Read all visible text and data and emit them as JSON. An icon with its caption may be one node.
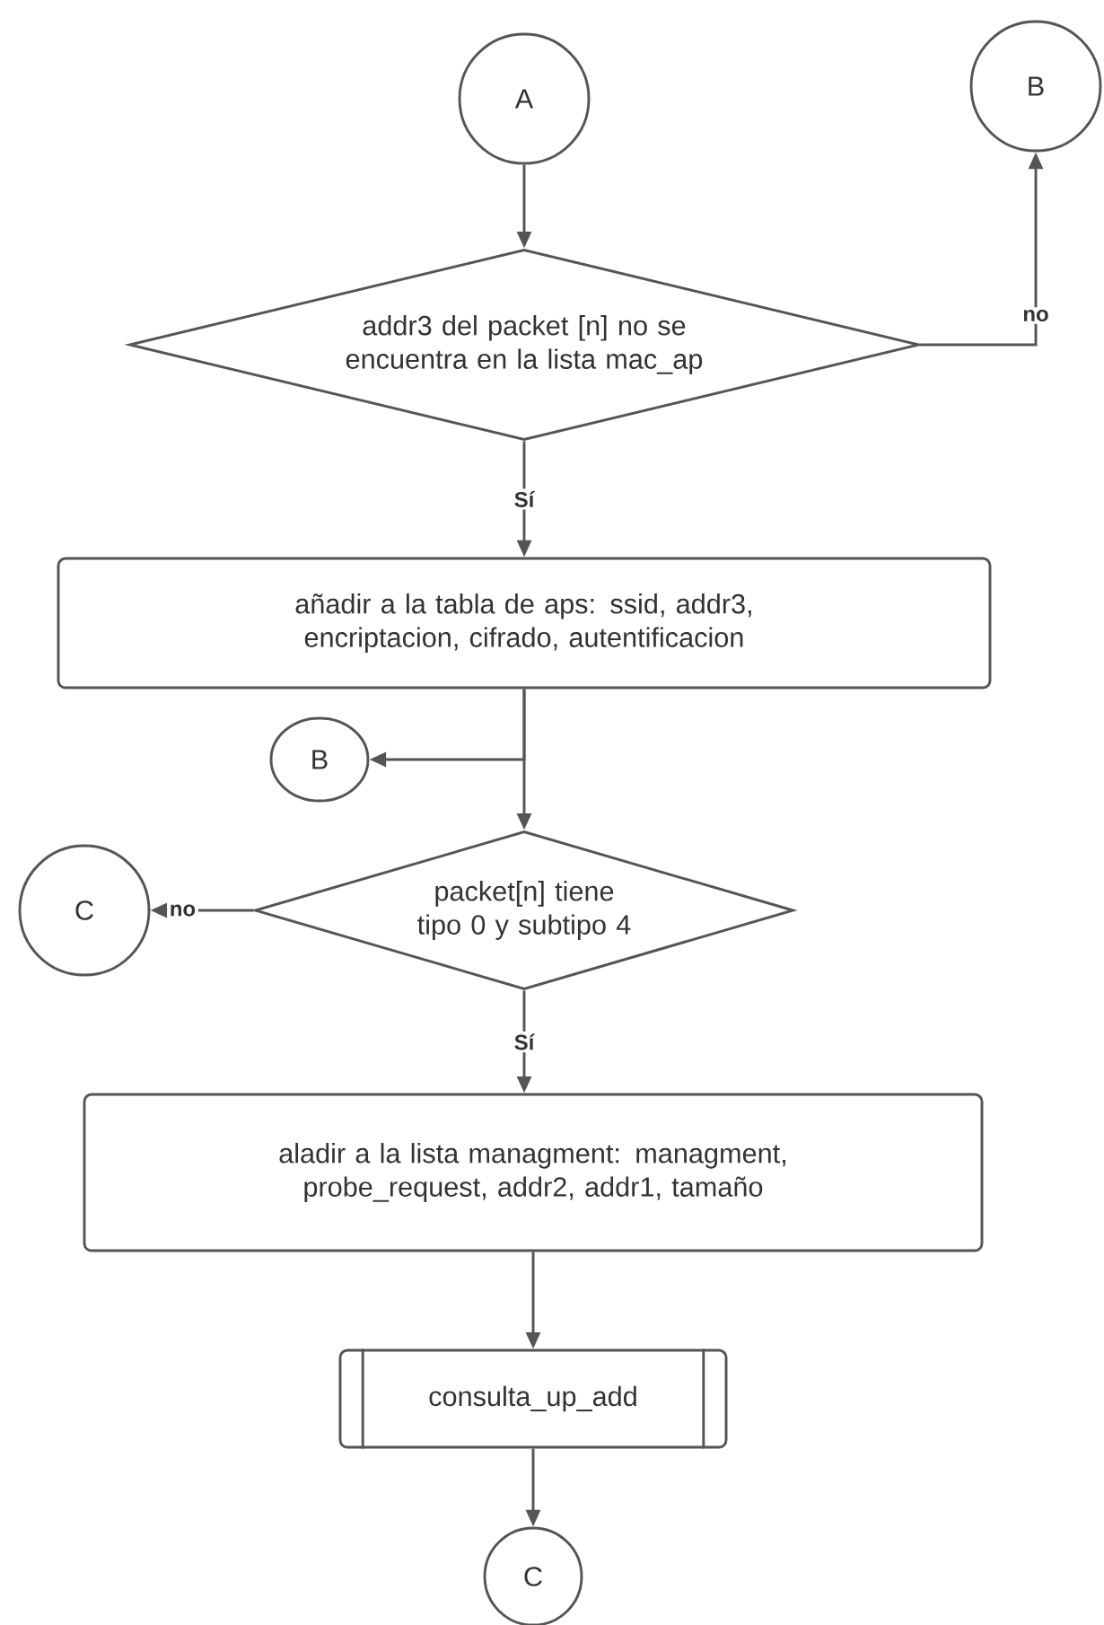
{
  "diagram": {
    "nodes": [
      {
        "text": [
          "A"
        ]
      },
      {
        "text": [
          "B"
        ]
      },
      {
        "text": [
          "addr3 del packet [n] no se encuentra en la lista mac_ap"
        ]
      },
      {
        "text": [
          "añadir a la tabla de aps: ssid, addr3, encriptacion, cifrado, autentificacion"
        ]
      },
      {
        "text": [
          "B"
        ]
      },
      {
        "text": [
          "packet[n] tiene tipo 0 y subtipo 4"
        ]
      },
      {
        "text": [
          "C"
        ]
      },
      {
        "text": [
          "aladir a la lista managment: managment, probe_request, addr2, addr1, tamaño"
        ]
      },
      {
        "text": [
          "consulta_up_add"
        ]
      },
      {
        "text": [
          "C"
        ]
      }
    ],
    "edges": [
      {
        "from": 0,
        "to": 2,
        "arrow": "to"
      },
      {
        "from": 2,
        "to": 1,
        "arrow": "to",
        "label": "no"
      },
      {
        "from": 2,
        "to": 3,
        "arrow": "to",
        "label": "Sí"
      },
      {
        "from": 3,
        "to": 4,
        "arrow": "to"
      },
      {
        "from": 3,
        "to": 5,
        "arrow": "to"
      },
      {
        "from": 5,
        "to": 6,
        "arrow": "to",
        "label": "no"
      },
      {
        "from": 5,
        "to": 7,
        "arrow": "to",
        "label": "Sí"
      },
      {
        "from": 7,
        "to": 8,
        "arrow": "to"
      },
      {
        "from": 8,
        "to": 9,
        "arrow": "to"
      }
    ]
  }
}
